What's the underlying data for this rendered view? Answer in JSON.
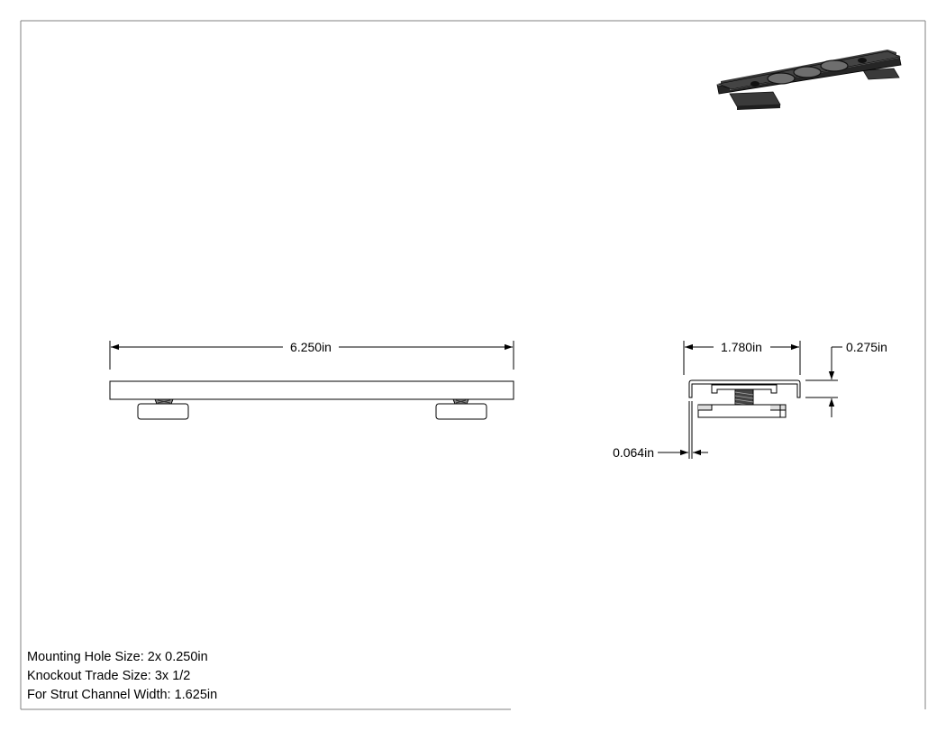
{
  "dimensions": {
    "length": "6.250in",
    "width": "1.780in",
    "height": "0.275in",
    "thickness": "0.064in"
  },
  "notes": [
    "Mounting Hole Size: 2x 0.250in",
    "Knockout Trade Size: 3x 1/2",
    "For Strut Channel Width: 1.625in"
  ],
  "colors": {
    "line": "#000000",
    "border": "#808080",
    "part_dark": "#2e2e2e",
    "part_mid": "#4a4a4a",
    "part_light": "#8c8c8c"
  }
}
